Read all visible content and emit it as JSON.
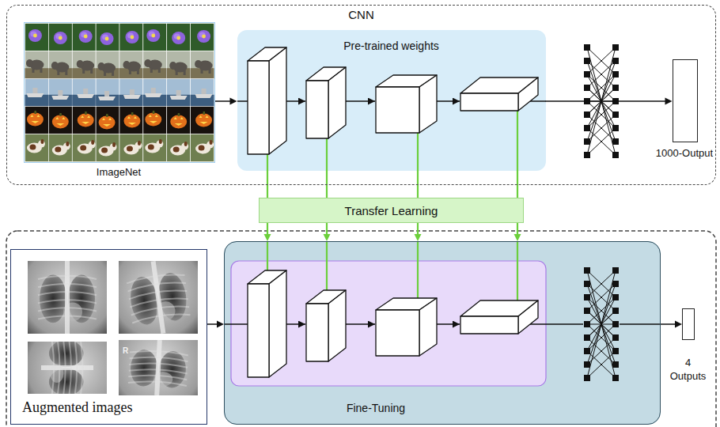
{
  "diagram": {
    "nodes": [
      {
        "text": [
          "CNN"
        ]
      },
      {
        "text": [
          "ImageNet"
        ],
        "in": 0
      },
      {
        "text": [
          "Pre-trained weights"
        ],
        "in": 0
      },
      {
        "text": [
          "1000-Output"
        ],
        "in": 0
      },
      {
        "text": [
          "Transfer Learning"
        ]
      },
      {
        "text": [
          "Augmented images"
        ]
      },
      {
        "text": [
          "Fine-Tuning"
        ]
      },
      {
        "text": [
          "4 Outputs"
        ]
      }
    ],
    "edges": [
      {
        "from": 1,
        "to": 2,
        "arrow": "to"
      },
      {
        "from": 2,
        "to": 3,
        "arrow": "to"
      },
      {
        "from": 2,
        "to": 4,
        "arrow": "none"
      },
      {
        "from": 4,
        "to": 6,
        "arrow": "to"
      },
      {
        "from": 5,
        "to": 6,
        "arrow": "to"
      },
      {
        "from": 6,
        "to": 7,
        "arrow": "to"
      }
    ],
    "labels": [
      "R"
    ]
  }
}
